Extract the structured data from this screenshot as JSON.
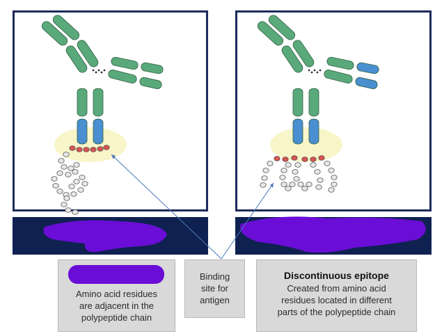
{
  "captions": {
    "continuous": {
      "lines": [
        "Amino acid residues",
        "are adjacent in the",
        "polypeptide chain"
      ]
    },
    "binding_site": {
      "lines": [
        "Binding",
        "site for",
        "antigen"
      ]
    },
    "discontinuous": {
      "title": "Discontinuous epitope",
      "lines": [
        "Created from amino acid",
        "residues located in different",
        "parts of the polypeptide chain"
      ]
    }
  },
  "colors": {
    "panel_border": "#1d2a5b",
    "band": "#0f2150",
    "redaction": "#6a0dd6",
    "heavy_chain": "#5aa97a",
    "variable_region": "#4a8fd0",
    "epitope_residue": "#d9534f",
    "chain_residue": "#e8e8e8",
    "binding_halo": "#f7f3c0",
    "pointer_line": "#4a78b8"
  }
}
